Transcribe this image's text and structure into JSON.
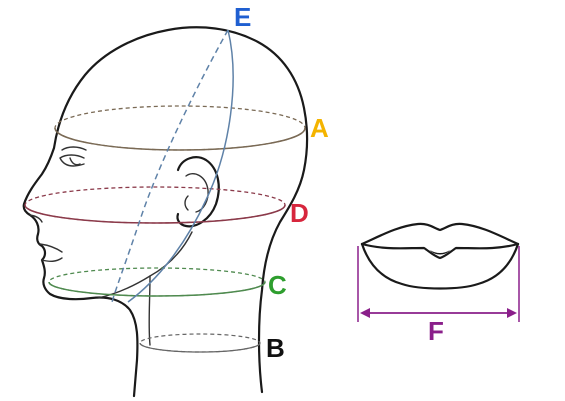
{
  "labels": {
    "a": "A",
    "b": "B",
    "c": "C",
    "d": "D",
    "e": "E",
    "f": "F"
  },
  "colors": {
    "a": "#f4b400",
    "b": "#111111",
    "c": "#2e9e2e",
    "d": "#d7263d",
    "e": "#1f5fd1",
    "f": "#8a1f8a",
    "ring_a": "#7a6a55",
    "ring_d": "#8b3a4a",
    "ring_c": "#4f8a4f",
    "ring_b": "#666666",
    "ring_e": "#5f82a8"
  }
}
